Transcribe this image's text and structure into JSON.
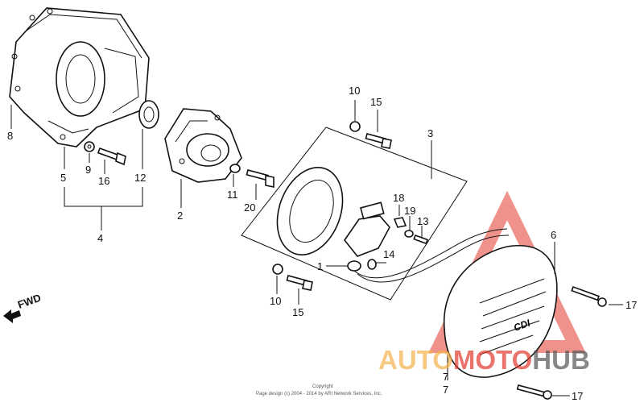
{
  "parts": {
    "p1": "1",
    "p2": "2",
    "p3": "3",
    "p4": "4",
    "p5": "5",
    "p6": "6",
    "p7a": "7",
    "p7b": "7",
    "p8": "8",
    "p9": "9",
    "p10a": "10",
    "p10b": "10",
    "p11": "11",
    "p12": "12",
    "p13": "13",
    "p14": "14",
    "p15a": "15",
    "p15b": "15",
    "p16": "16",
    "p17a": "17",
    "p17b": "17",
    "p18": "18",
    "p19": "19",
    "p20": "20"
  },
  "fwd_label": "FWD",
  "cover_text": "CDI",
  "copyright": {
    "line1": "Copyright",
    "line2": "Page design (c) 2004 - 2014 by ARI Network Services, Inc."
  },
  "watermark": {
    "part1": "AUTO",
    "part2": "MOTO",
    "part3": "HUB"
  },
  "colors": {
    "watermark_orange": "#f5b14a",
    "watermark_red": "#e23a2e",
    "watermark_gray": "#555555"
  }
}
